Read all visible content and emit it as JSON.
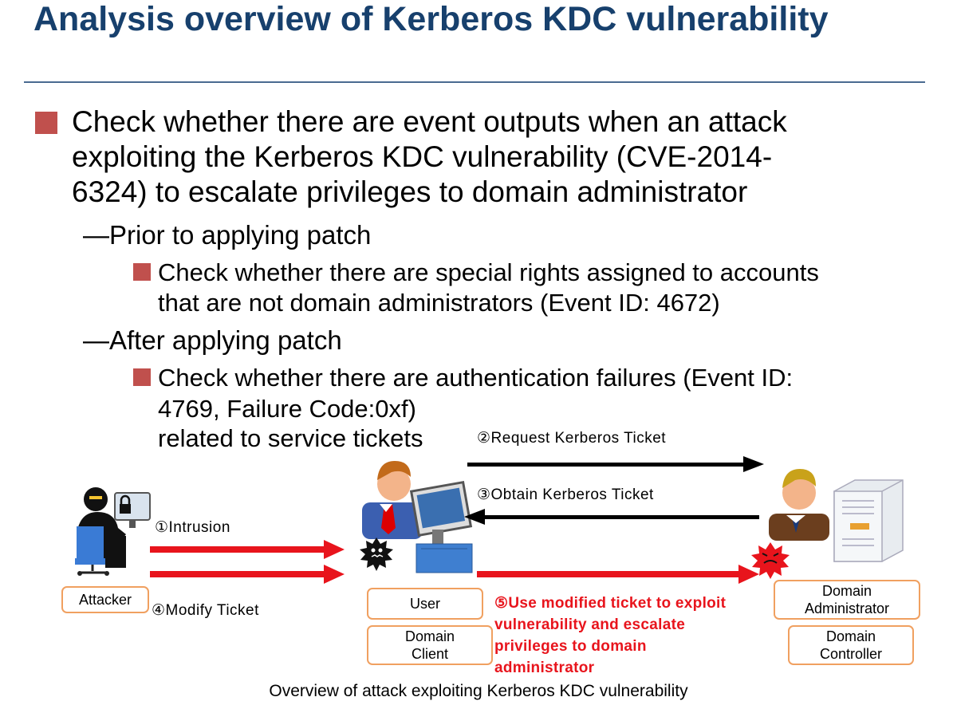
{
  "title": "Analysis overview of Kerberos KDC vulnerability",
  "colors": {
    "title": "#17406d",
    "bullet": "#c0504d",
    "attack_arrow": "#e8141c",
    "normal_arrow": "#000000",
    "label_border": "#f0a060"
  },
  "bullets": {
    "main": {
      "line1": "Check whether there are event outputs when an attack",
      "line2": "exploiting the Kerberos KDC vulnerability (CVE-2014-",
      "line3": "6324) to escalate privileges to domain administrator"
    },
    "prior": {
      "heading": "―Prior to applying patch",
      "line1": "Check whether there are special rights assigned to accounts",
      "line2": "that are not domain administrators (Event ID: 4672)"
    },
    "after": {
      "heading": "―After applying patch",
      "line1": "Check whether there are authentication failures (Event ID:",
      "line2": "4769, Failure Code:0xf)",
      "line3": "related to service tickets"
    }
  },
  "diagram": {
    "steps": {
      "s1": "①Intrusion",
      "s2": "②Request Kerberos Ticket",
      "s3": "③Obtain Kerberos Ticket",
      "s4": "④Modify Ticket",
      "s5_line1": "⑤Use modified ticket to exploit",
      "s5_line2": "vulnerability and escalate",
      "s5_line3": "privileges to domain",
      "s5_line4": "administrator"
    },
    "labels": {
      "attacker": "Attacker",
      "user": "User",
      "domain_client_1": "Domain",
      "domain_client_2": "Client",
      "domain_admin_1": "Domain",
      "domain_admin_2": "Administrator",
      "domain_controller_1": "Domain",
      "domain_controller_2": "Controller"
    },
    "icons": {
      "attacker": "hacker-at-computer-icon",
      "user": "user-at-computer-icon",
      "admin": "administrator-icon",
      "server": "server-icon",
      "malware_user": "malware-icon",
      "malware_admin": "angry-malware-icon"
    }
  },
  "caption": "Overview of attack exploiting Kerberos KDC vulnerability"
}
